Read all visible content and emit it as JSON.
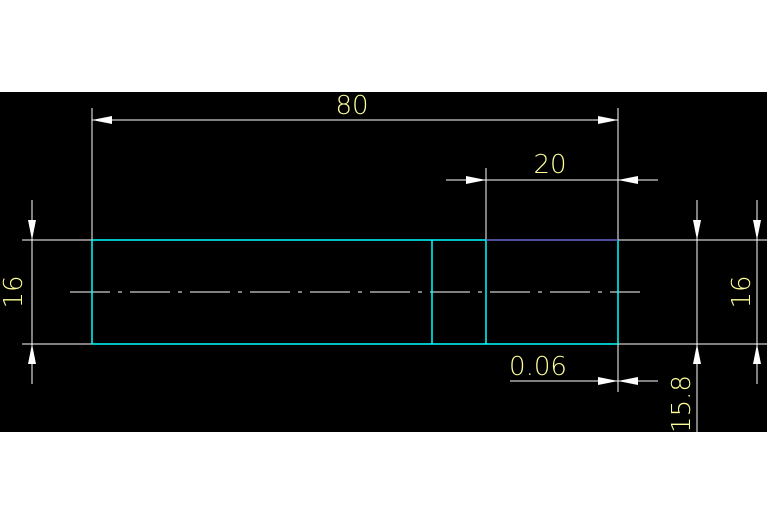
{
  "drawing": {
    "colors": {
      "background": "#000000",
      "paper": "#ffffff",
      "dimension_text": "#ffff99",
      "part_outline": "#00ffff",
      "dimension_line": "#ffffff",
      "top_edge_segment": "#6666cc"
    },
    "dimensions": {
      "overall_length": "80",
      "right_section_length": "20",
      "left_diameter": "16",
      "right_diameter": "16",
      "undercut_depth": "0.06",
      "reduced_diameter": "15.8"
    }
  }
}
